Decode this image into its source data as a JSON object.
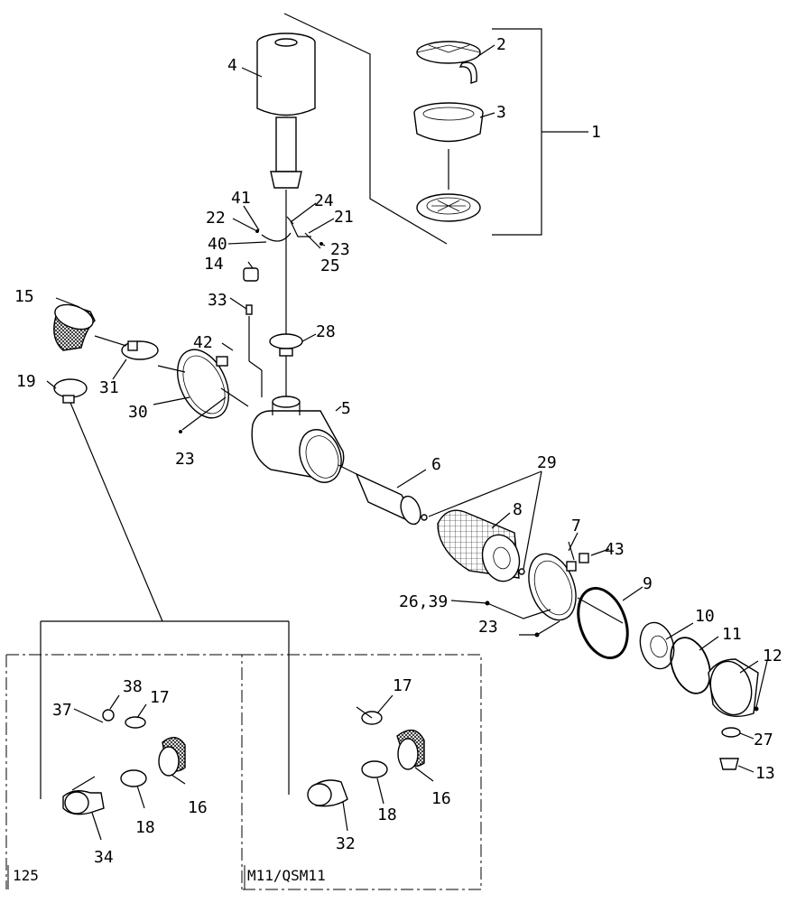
{
  "diagram": {
    "callouts": {
      "c1": "1",
      "c2": "2",
      "c3": "3",
      "c4": "4",
      "c5": "5",
      "c6": "6",
      "c7": "7",
      "c8": "8",
      "c9": "9",
      "c10": "10",
      "c11": "11",
      "c12": "12",
      "c13": "13",
      "c14": "14",
      "c15": "15",
      "c16a": "16",
      "c16b": "16",
      "c17a": "17",
      "c17b": "17",
      "c18a": "18",
      "c18b": "18",
      "c19": "19",
      "c21": "21",
      "c22": "22",
      "c23a": "23",
      "c23b": "23",
      "c23c": "23",
      "c24": "24",
      "c25": "25",
      "c2639": "26,39",
      "c27": "27",
      "c28": "28",
      "c29": "29",
      "c30": "30",
      "c31": "31",
      "c32": "32",
      "c33": "33",
      "c34": "34",
      "c37": "37",
      "c38": "38",
      "c40": "40",
      "c41": "41",
      "c42": "42",
      "c43": "43"
    },
    "variants": {
      "left": "125",
      "right": "M11/QSM11"
    }
  }
}
